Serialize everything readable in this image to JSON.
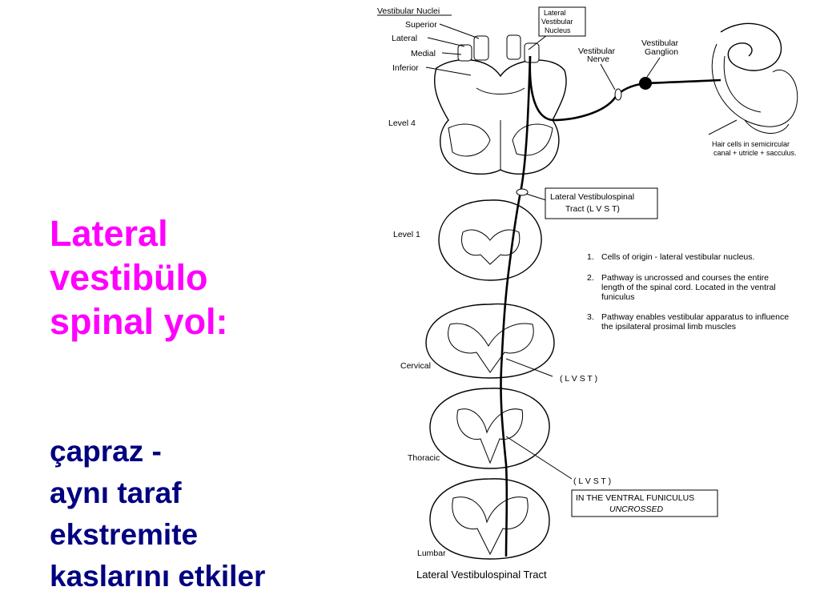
{
  "slide": {
    "title_lines": [
      "Lateral",
      "vestibülo",
      "spinal yol:"
    ],
    "subtitle_lines": [
      "çapraz -",
      "aynı taraf",
      "ekstremite",
      "kaslarını etkiler"
    ]
  },
  "diagram": {
    "nuclei_heading": "Vestibular Nuclei",
    "nuclei": [
      "Superior",
      "Lateral",
      "Medial",
      "Inferior"
    ],
    "lvn_box": [
      "Lateral",
      "Vestibular",
      "Nucleus"
    ],
    "nerve": [
      "Vestibular",
      "Nerve"
    ],
    "ganglion": [
      "Vestibular",
      "Ganglion"
    ],
    "hair_cells": [
      "Hair cells in semicircular",
      "canal + utricle + sacculus."
    ],
    "levels": [
      "Level 4",
      "Level 1",
      "Cervical",
      "Thoracic",
      "Lumbar"
    ],
    "tract_box": [
      "Lateral Vestibulospinal",
      "Tract (L V S T)"
    ],
    "notes": [
      {
        "num": "1.",
        "lines": [
          "Cells of origin - lateral vestibular nucleus."
        ]
      },
      {
        "num": "2.",
        "lines": [
          "Pathway is uncrossed and courses the entire",
          "length of the spinal cord. Located in the ventral",
          "funiculus"
        ]
      },
      {
        "num": "3.",
        "lines": [
          "Pathway enables vestibular apparatus to influence",
          "the ipsilateral prosimal limb muscles"
        ]
      }
    ],
    "lvst_1": "( L V S T )",
    "lvst_2": "( L V S T )",
    "funiculus_box": [
      "IN THE VENTRAL FUNICULUS",
      "UNCROSSED"
    ],
    "caption": "Lateral Vestibulospinal Tract"
  }
}
